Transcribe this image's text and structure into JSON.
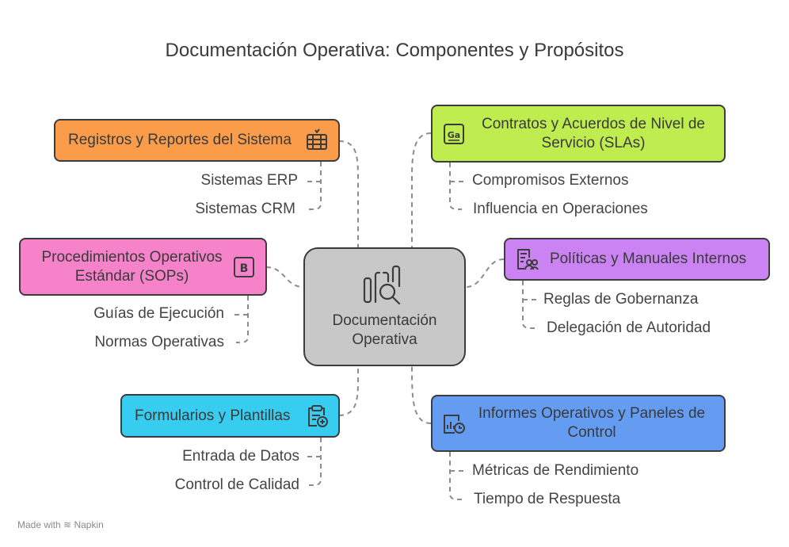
{
  "title": "Documentación Operativa: Componentes y Propósitos",
  "center": {
    "label": "Documentación Operativa",
    "icon": "document-search-icon"
  },
  "branches": [
    {
      "label": "Registros y Reportes del Sistema",
      "color": "#fb9c4b",
      "icon": "database-report-icon",
      "items": [
        "Sistemas ERP",
        "Sistemas CRM"
      ]
    },
    {
      "label": "Procedimientos Operativos Estándar (SOPs)",
      "color": "#f682c9",
      "icon": "sop-book-icon",
      "items": [
        "Guías de Ejecución",
        "Normas Operativas"
      ]
    },
    {
      "label": "Formularios y Plantillas",
      "color": "#37cdf1",
      "icon": "clipboard-add-icon",
      "items": [
        "Entrada de Datos",
        "Control de Calidad"
      ]
    },
    {
      "label": "Contratos y Acuerdos de Nivel de Servicio (SLAs)",
      "color": "#bfec4f",
      "icon": "contract-icon",
      "items": [
        "Compromisos Externos",
        "Influencia en Operaciones"
      ]
    },
    {
      "label": "Políticas y Manuales Internos",
      "color": "#cb83f4",
      "icon": "policy-people-icon",
      "items": [
        "Reglas de Gobernanza",
        "Delegación de Autoridad"
      ]
    },
    {
      "label": "Informes Operativos y Paneles de Control",
      "color": "#649cf2",
      "icon": "dashboard-clock-icon",
      "items": [
        "Métricas de Rendimiento",
        "Tiempo de Respuesta"
      ]
    }
  ],
  "footer": {
    "made_with": "Made with",
    "brand": "Napkin"
  }
}
